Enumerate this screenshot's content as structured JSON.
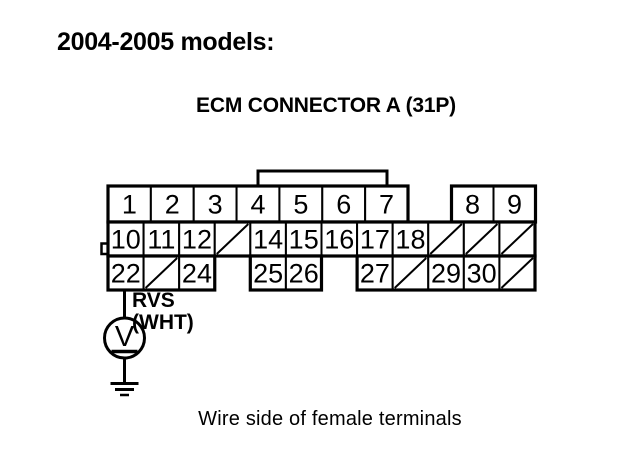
{
  "page": {
    "background_color": "#ffffff",
    "ink_color": "#000000",
    "model_heading": "2004-2005 models:",
    "connector_heading": "ECM CONNECTOR A (31P)",
    "caption": "Wire side of female terminals"
  },
  "probe": {
    "pin": "22",
    "signal_name": "RVS",
    "wire_color": "(WHT)",
    "meter_symbol": "V"
  },
  "connector": {
    "rows": [
      {
        "groups": [
          {
            "cells": [
              {
                "pin": "1"
              },
              {
                "pin": "2"
              },
              {
                "pin": "3"
              },
              {
                "pin": "4"
              },
              {
                "pin": "5"
              },
              {
                "pin": "6"
              },
              {
                "pin": "7"
              }
            ]
          },
          {
            "cells": [
              {
                "pin": "8"
              },
              {
                "pin": "9"
              }
            ]
          }
        ]
      },
      {
        "groups": [
          {
            "cells": [
              {
                "pin": "10"
              },
              {
                "pin": "11"
              },
              {
                "pin": "12"
              },
              {
                "blank": true
              },
              {
                "pin": "14"
              },
              {
                "pin": "15"
              },
              {
                "pin": "16"
              },
              {
                "pin": "17"
              },
              {
                "pin": "18"
              },
              {
                "blank": true
              },
              {
                "blank": true
              },
              {
                "blank": true
              }
            ]
          }
        ]
      },
      {
        "groups": [
          {
            "cells": [
              {
                "pin": "22"
              },
              {
                "blank": true
              },
              {
                "pin": "24"
              }
            ]
          },
          {
            "cells": [
              {
                "pin": "25"
              },
              {
                "pin": "26"
              }
            ]
          },
          {
            "cells": [
              {
                "pin": "27"
              },
              {
                "blank": true
              },
              {
                "pin": "29"
              },
              {
                "pin": "30"
              },
              {
                "blank": true
              }
            ]
          }
        ]
      }
    ]
  }
}
